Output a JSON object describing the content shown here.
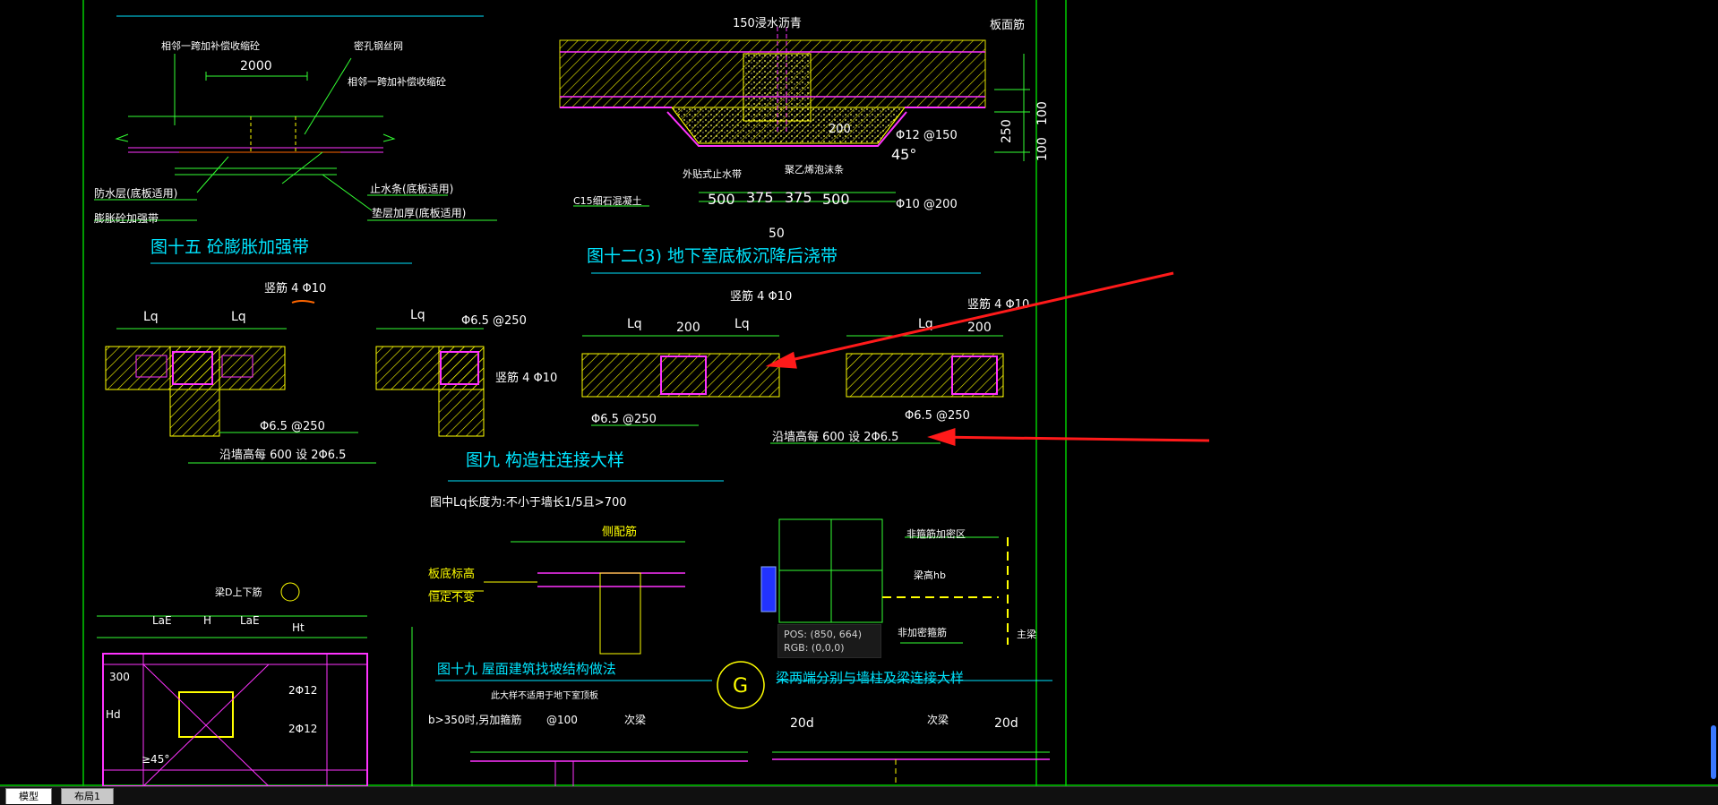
{
  "tabs": [
    {
      "label": "模型"
    },
    {
      "label": "布局1"
    }
  ],
  "tooltip": {
    "pos": "POS:  (850, 664)",
    "rgb": "RGB:  (0,0,0)"
  },
  "texts": {
    "fig15_title": "图十五  砼膨胀加强带",
    "fig12_title": "图十二(3)  地下室底板沉降后浇带",
    "fig9_title": "图九      构造柱连接大样",
    "fig19_title": "图十九  屋面建筑找坡结构做法",
    "beam_title": "梁两端分别与墙柱及梁连接大样",
    "lq_note": "图中Lq长度为:不小于墙长1/5且>700",
    "dim_2000": "2000",
    "t_a1": "相邻一跨加补偿收缩砼",
    "t_a2": "密孔钢丝网",
    "t_a3": "相邻一跨加补偿收缩砼",
    "t_a4": "防水层(底板适用)",
    "t_a5": "膨胀砼加强带",
    "t_a6": "止水条(底板适用)",
    "t_a7": "垫层加厚(底板适用)",
    "t_b1": "150浸水沥青",
    "t_b2": "板面筋",
    "t_b3": "Φ12 @150",
    "t_b4": "Φ10 @200",
    "t_b5": "45°",
    "t_b6": "C15细石混凝土",
    "t_b7": "外贴式止水带",
    "t_b8": "聚乙烯泡沫条",
    "t_b9": "200",
    "t_b10": "500",
    "t_b11": "375",
    "t_b12": "375",
    "t_b13": "500",
    "t_b14": "50",
    "t_b15": "250",
    "t_b16": "100",
    "t_b17": "100",
    "t_c1": "竖筋  4 Φ10",
    "t_c2": "Φ6.5 @250",
    "t_c3": "竖筋  4 Φ10",
    "t_c4": "Φ6.5 @250",
    "t_c5": "沿墙高每     600   设 2Φ6.5",
    "t_c6": "竖筋  4 Φ10",
    "t_c7": "Φ6.5 @250",
    "t_c8": "竖筋  4 Φ10",
    "t_c9": "Φ6.5 @250",
    "t_c10": "沿墙高每     600   设 2Φ6.5",
    "t_c11": "200",
    "t_c12": "200",
    "lq": "Lq",
    "t_d1": "板底标高",
    "t_d2": "恒定不变",
    "t_d3": "侧配筋",
    "t_d4": "此大样不适用于地下室顶板",
    "t_d5": "b>350时,另加箍筋",
    "t_d6": "@100",
    "t_d7": "次梁",
    "t_d8": "20d",
    "t_d9": "次梁",
    "t_d10": "20d",
    "t_e1": "非箍筋加密区",
    "t_e2": "梁高hb",
    "t_e3": "非加密箍筋",
    "t_e4": "主梁",
    "t_f1": "2Φ12",
    "t_f2": "2Φ12",
    "t_f3": "300",
    "t_f4": "Hd",
    "t_f5": "H",
    "t_f6": "LaE",
    "t_f7": "LaE",
    "t_f8": "Ht",
    "t_f9": "≥45°",
    "t_f10": "梁D上下筋",
    "g_mark": "G"
  },
  "colors": {
    "frame": "#00cc00",
    "green": "#33ff33",
    "yellow": "#ffff00",
    "magenta": "#ff33ff",
    "cyan": "#00e5ff",
    "white": "#ffffff",
    "red": "#ff1a1a",
    "orange": "#ff6600"
  }
}
